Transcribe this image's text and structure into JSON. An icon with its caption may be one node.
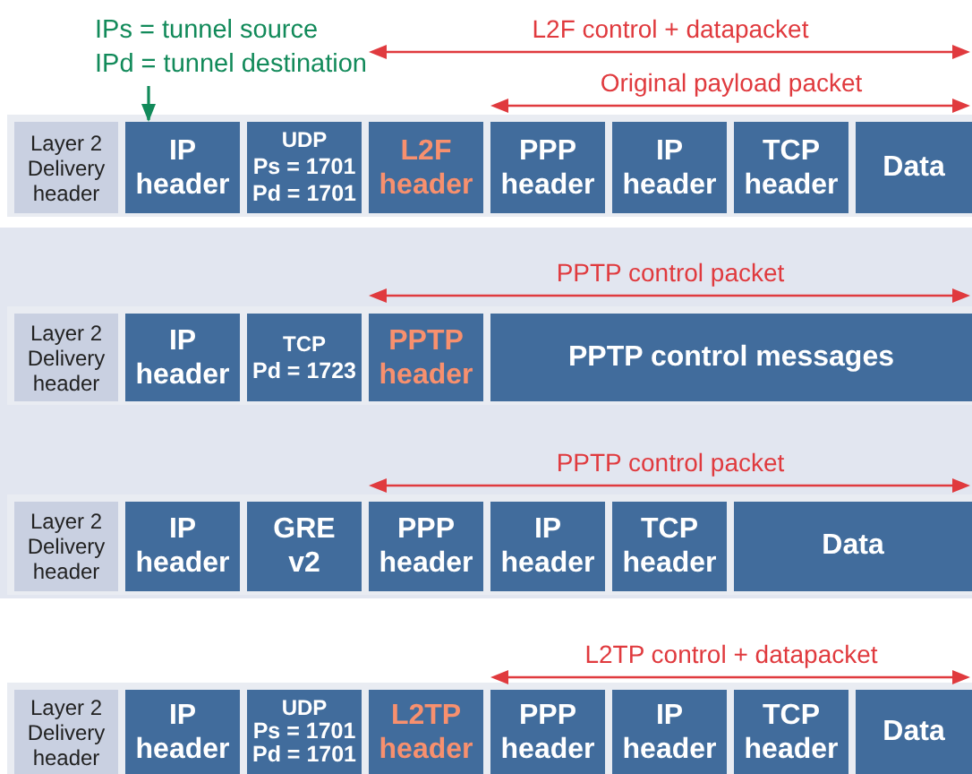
{
  "diagram": {
    "nodes": [
      {
        "text": [
          "IPs = tunnel source",
          "IPd = tunnel destination"
        ]
      },
      {
        "text": [
          "Layer 2 Delivery header"
        ]
      },
      {
        "text": [
          "IP header"
        ]
      },
      {
        "text": [
          "UDP",
          "Ps = 1701",
          "Pd = 1701"
        ]
      },
      {
        "text": [
          "L2F header"
        ]
      },
      {
        "text": [
          "PPP header"
        ]
      },
      {
        "text": [
          "IP header"
        ]
      },
      {
        "text": [
          "TCP header"
        ]
      },
      {
        "text": [
          "Data"
        ]
      },
      {
        "text": [
          "Layer 2 Delivery header"
        ]
      },
      {
        "text": [
          "IP header"
        ]
      },
      {
        "text": [
          "TCP",
          "Pd = 1723"
        ]
      },
      {
        "text": [
          "PPTP header"
        ]
      },
      {
        "text": [
          "PPTP control messages"
        ]
      },
      {
        "text": [
          "Layer 2 Delivery header"
        ]
      },
      {
        "text": [
          "IP header"
        ]
      },
      {
        "text": [
          "GRE v2"
        ]
      },
      {
        "text": [
          "PPP header"
        ]
      },
      {
        "text": [
          "IP header"
        ]
      },
      {
        "text": [
          "TCP header"
        ]
      },
      {
        "text": [
          "Data"
        ]
      },
      {
        "text": [
          "Layer 2 Delivery header"
        ]
      },
      {
        "text": [
          "IP header"
        ]
      },
      {
        "text": [
          "UDP",
          "Ps = 1701",
          "Pd = 1701"
        ]
      },
      {
        "text": [
          "L2TP header"
        ]
      },
      {
        "text": [
          "PPP header"
        ]
      },
      {
        "text": [
          "IP header"
        ]
      },
      {
        "text": [
          "TCP header"
        ]
      },
      {
        "text": [
          "Data"
        ]
      }
    ],
    "edges": [
      {
        "from": 0,
        "to": 2,
        "arrow": "to",
        "color": "#128a5a"
      }
    ],
    "labels": [
      "L2F control + datapacket",
      "Original payload packet",
      "PPTP control packet",
      "PPTP control packet",
      "L2TP control + datapacket"
    ]
  }
}
